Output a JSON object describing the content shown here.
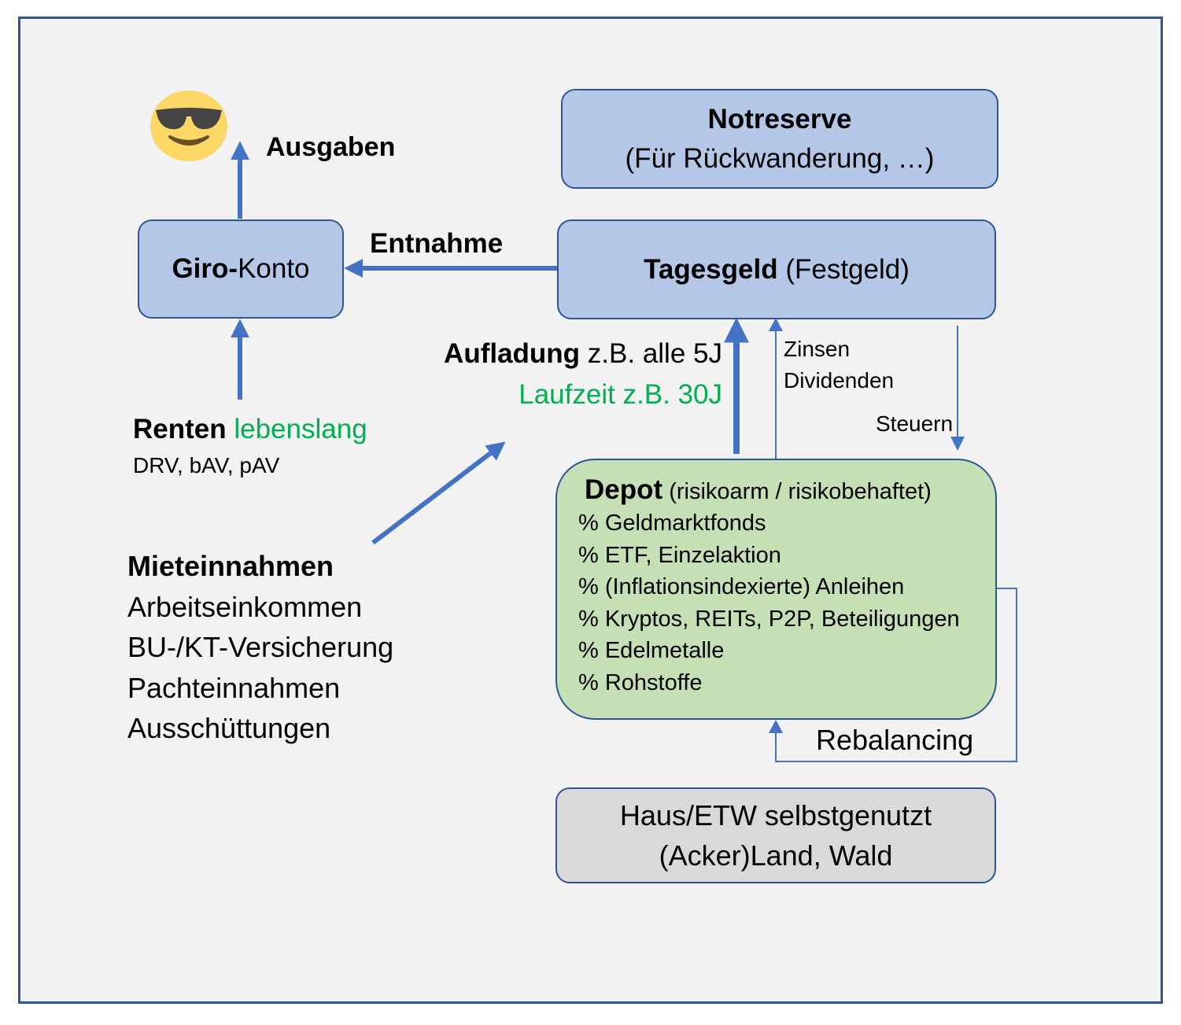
{
  "diagram": {
    "emoji": {
      "icon": "sunglasses-smiley-icon",
      "glyph": "😎"
    },
    "ausgaben_label": "Ausgaben",
    "notreserve": {
      "title": "Notreserve",
      "subtitle": "(Für Rückwanderung, …)"
    },
    "giro": {
      "bold": "Giro-",
      "normal": "Konto"
    },
    "entnahme_label": "Entnahme",
    "tagesgeld": {
      "bold": "Tagesgeld",
      "normal": " (Festgeld)"
    },
    "aufladung": {
      "bold": "Aufladung",
      "normal": " z.B. alle 5J",
      "laufzeit": "Laufzeit z.B. 30J"
    },
    "zinsen_label": "Zinsen",
    "dividenden_label": "Dividenden",
    "steuern_label": "Steuern",
    "renten": {
      "bold": "Renten",
      "green": " lebenslang",
      "sub": "DRV, bAV,  pAV"
    },
    "income": {
      "title": "Mieteinnahmen",
      "items": [
        "Arbeitseinkommen",
        "BU-/KT-Versicherung",
        "Pachteinnahmen",
        "Ausschüttungen"
      ]
    },
    "depot": {
      "title": "Depot",
      "subtitle": " (risikoarm / risikobehaftet)",
      "items": [
        "% Geldmarktfonds",
        "% ETF, Einzelaktion",
        "% (Inflationsindexierte) Anleihen",
        "% Kryptos, REITs, P2P, Beteiligungen",
        "% Edelmetalle",
        "% Rohstoffe"
      ]
    },
    "rebalancing_label": "Rebalancing",
    "property": {
      "line1": "Haus/ETW selbstgenutzt",
      "line2": "(Acker)Land, Wald"
    },
    "colors": {
      "box_blue": "#b4c7e7",
      "box_green": "#c5e0b4",
      "box_grey": "#d9d9d9",
      "border": "#2f5597",
      "arrow": "#4472c4",
      "accent_green": "#00b050",
      "background": "#f2f2f2"
    }
  }
}
